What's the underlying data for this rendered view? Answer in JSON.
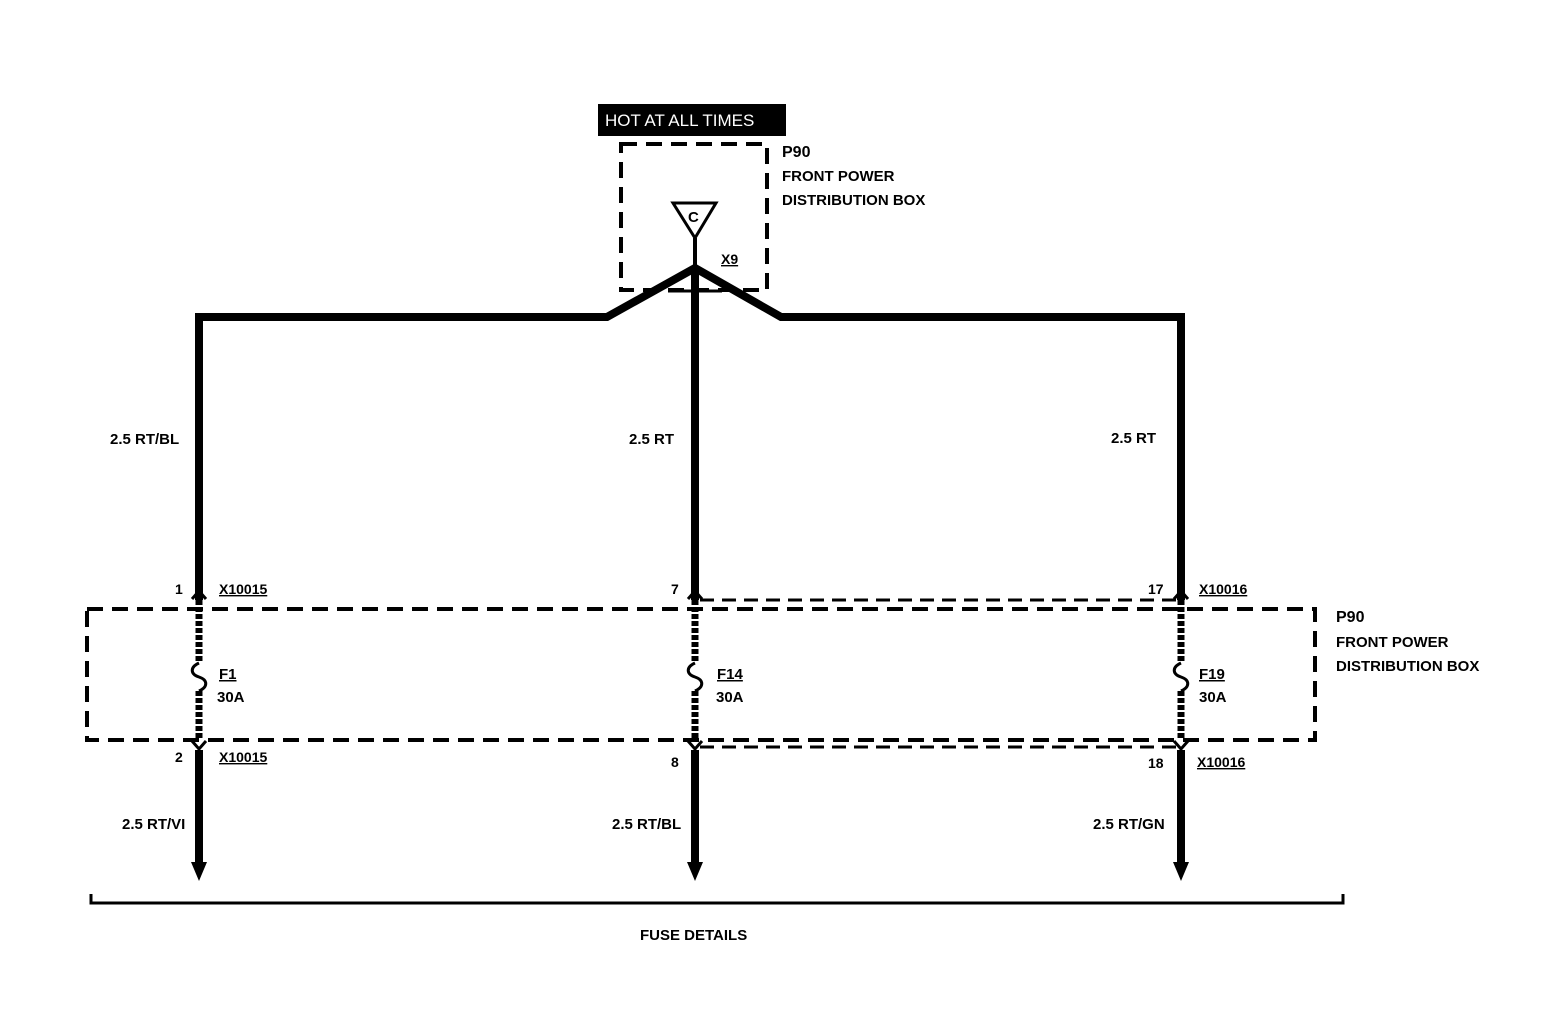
{
  "supply": {
    "banner": "HOT AT ALL TIMES",
    "box_id": "P90",
    "box_name_line1": "FRONT POWER",
    "box_name_line2": "DISTRIBUTION BOX",
    "terminal_symbol": "C",
    "connector": "X9"
  },
  "lower_box": {
    "box_id": "P90",
    "box_name_line1": "FRONT POWER",
    "box_name_line2": "DISTRIBUTION BOX"
  },
  "circuits": [
    {
      "wire_in": "2.5 RT/BL",
      "pin_in": "1",
      "connector_in": "X10015",
      "fuse": "F1",
      "rating": "30A",
      "pin_out": "2",
      "connector_out": "X10015",
      "wire_out": "2.5 RT/VI"
    },
    {
      "wire_in": "2.5 RT",
      "pin_in": "7",
      "connector_in": "",
      "fuse": "F14",
      "rating": "30A",
      "pin_out": "8",
      "connector_out": "",
      "wire_out": "2.5 RT/BL"
    },
    {
      "wire_in": "2.5 RT",
      "pin_in": "17",
      "connector_in": "X10016",
      "fuse": "F19",
      "rating": "30A",
      "pin_out": "18",
      "connector_out": "X10016",
      "wire_out": "2.5 RT/GN"
    }
  ],
  "footer": {
    "caption": "FUSE DETAILS"
  }
}
